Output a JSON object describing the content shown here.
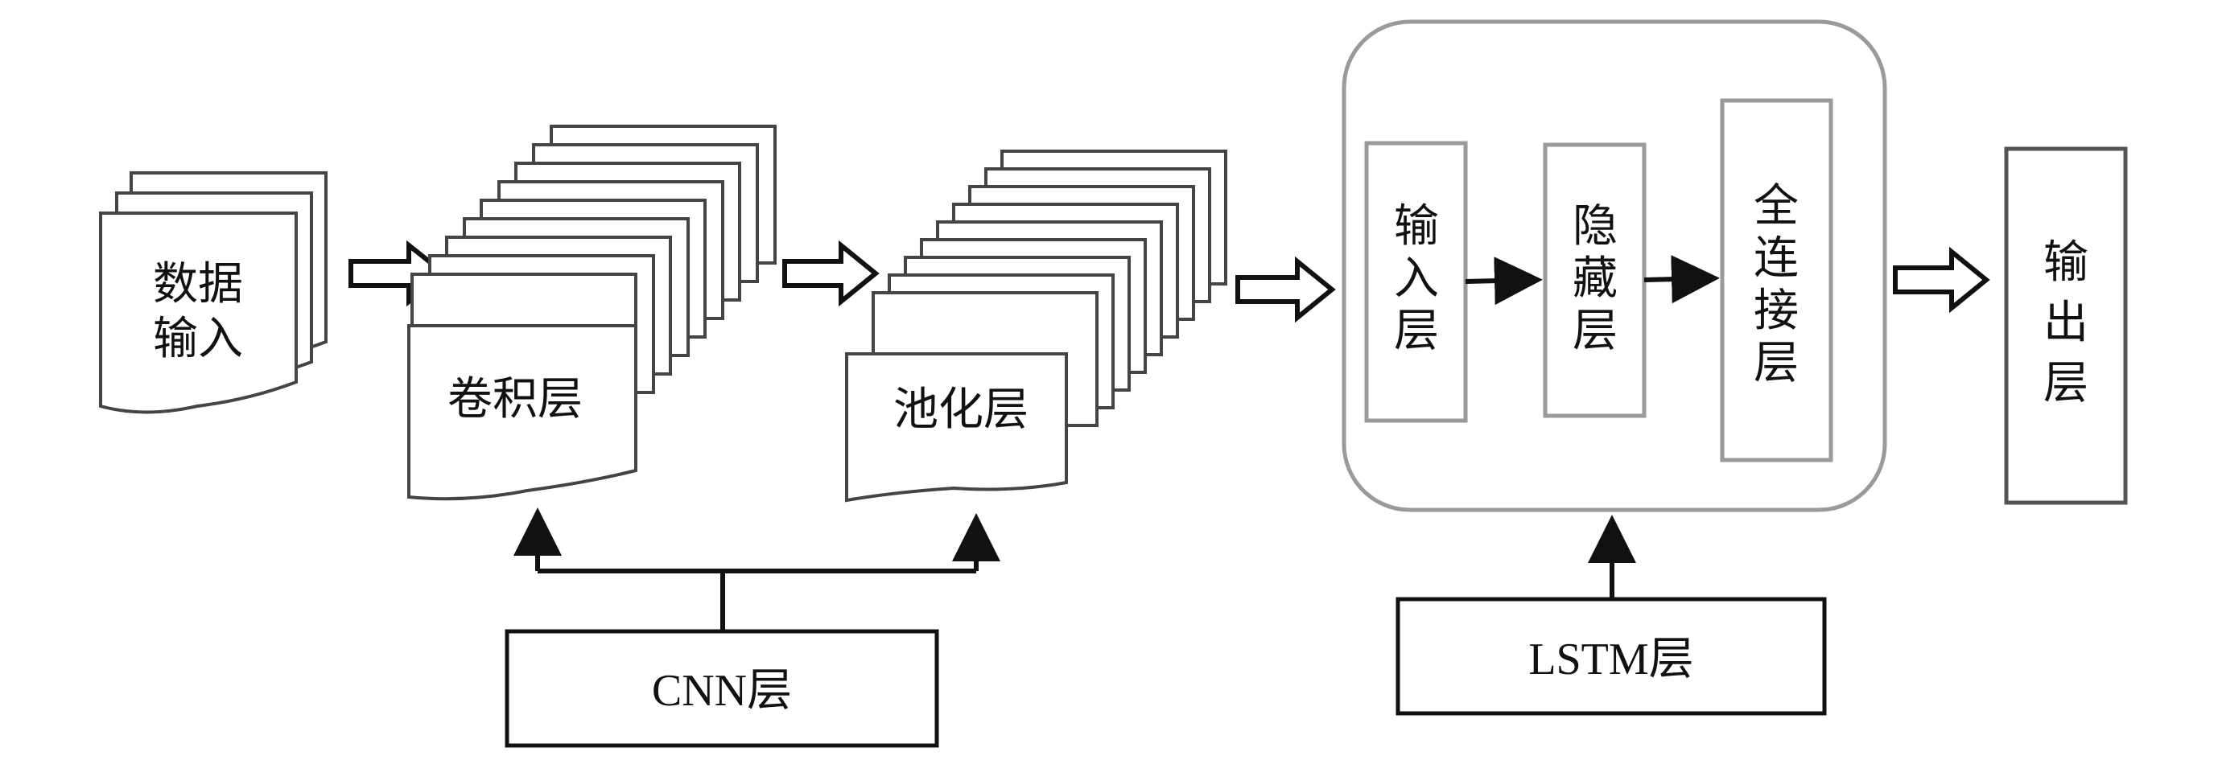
{
  "nodes": {
    "data_input": [
      "数据",
      "输入"
    ],
    "conv_layer": "卷积层",
    "pool_layer": "池化层",
    "cnn_layer": "CNN层",
    "lstm_input": [
      "输",
      "入",
      "层"
    ],
    "lstm_hidden": [
      "隐",
      "藏",
      "层"
    ],
    "lstm_fc": [
      "全",
      "连",
      "接",
      "层"
    ],
    "lstm_layer": "LSTM层",
    "output": [
      "输",
      "出",
      "层"
    ]
  }
}
